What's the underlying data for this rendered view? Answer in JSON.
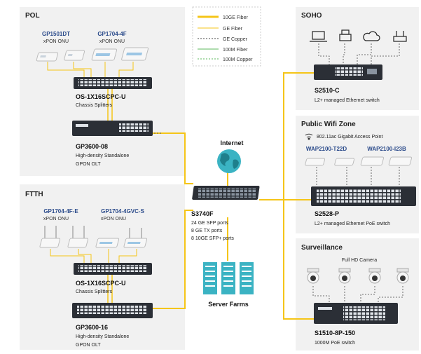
{
  "legend": [
    {
      "label": "10GE Fiber",
      "color": "#f5c518",
      "style": "solid",
      "width": 3
    },
    {
      "label": "GE Fiber",
      "color": "#f5c518",
      "style": "solid",
      "width": 1
    },
    {
      "label": "GE Copper",
      "color": "#444444",
      "style": "dashed",
      "width": 1
    },
    {
      "label": "100M Fiber",
      "color": "#5cb85c",
      "style": "solid",
      "width": 1
    },
    {
      "label": "100M Copper",
      "color": "#5cb85c",
      "style": "dashed",
      "width": 1
    }
  ],
  "pol": {
    "title": "POL",
    "onu1_model": "GP1501DT",
    "onu1_type": "xPON ONU",
    "onu2_model": "GP1704-4F",
    "onu2_type": "xPON ONU",
    "splitter_name": "OS-1X16SCPC-U",
    "splitter_desc": "Chassis  Splitters",
    "olt_name": "GP3600-08",
    "olt_desc1": "High-density Standalone",
    "olt_desc2": "GPON OLT"
  },
  "ftth": {
    "title": "FTTH",
    "onu1_model": "GP1704-4F-E",
    "onu1_type": "xPON ONU",
    "onu2_model": "GP1704-4GVC-S",
    "onu2_type": "xPON ONU",
    "splitter_name": "OS-1X16SCPC-U",
    "splitter_desc": "Chassis  Splitters",
    "olt_name": "GP3600-16",
    "olt_desc1": "High-density Standalone",
    "olt_desc2": "GPON OLT"
  },
  "core": {
    "internet": "Internet",
    "switch_name": "S3740F",
    "ports": [
      "24 GE SFP ports",
      "8 GE TX ports",
      "8 10GE SFP+ ports"
    ],
    "server_label": "Server Farms"
  },
  "soho": {
    "title": "SOHO",
    "switch_name": "S2510-C",
    "switch_desc": "L2+ managed Ethernet  switch"
  },
  "wifi": {
    "title": "Public Wifi Zone",
    "ap_desc": "802.11ac Gigabit Access Point",
    "ap1_model": "WAP2100-T22D",
    "ap2_model": "WAP2100-I23B",
    "switch_name": "S2528-P",
    "switch_desc": "L2+ managed Ethernet  PoE switch"
  },
  "surveillance": {
    "title": "Surveillance",
    "camera_label": "Full HD Camera",
    "switch_name": "S1510-8P-150",
    "switch_desc": "1000M PoE switch"
  },
  "colors": {
    "panel": "#f1f1f1",
    "fiber": "#f5c518",
    "teal": "#3bb3c3",
    "switch_dark": "#2b2f36"
  }
}
